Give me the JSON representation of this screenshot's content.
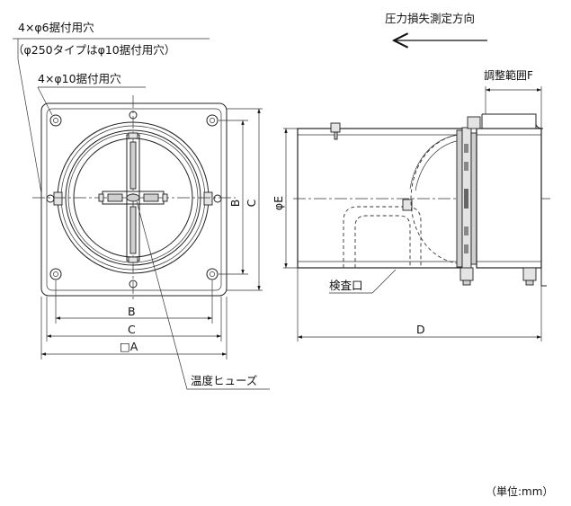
{
  "labels": {
    "flow_direction": "圧力損失測定方向",
    "holes_phi6": "4×φ6据付用穴",
    "holes_phi10_note": "（φ250タイプはφ10据付用穴）",
    "holes_phi10": "4×φ10据付用穴",
    "adjust_range": "調整範囲F",
    "inspection_port": "検査口",
    "thermal_fuse": "温度ヒューズ",
    "unit_note": "（単位:mm）"
  },
  "dimensions": {
    "b_horizontal": "B",
    "c_horizontal": "C",
    "a_square": "□A",
    "b_vertical": "B",
    "c_vertical": "C",
    "e_diameter": "φE",
    "d_length": "D"
  }
}
